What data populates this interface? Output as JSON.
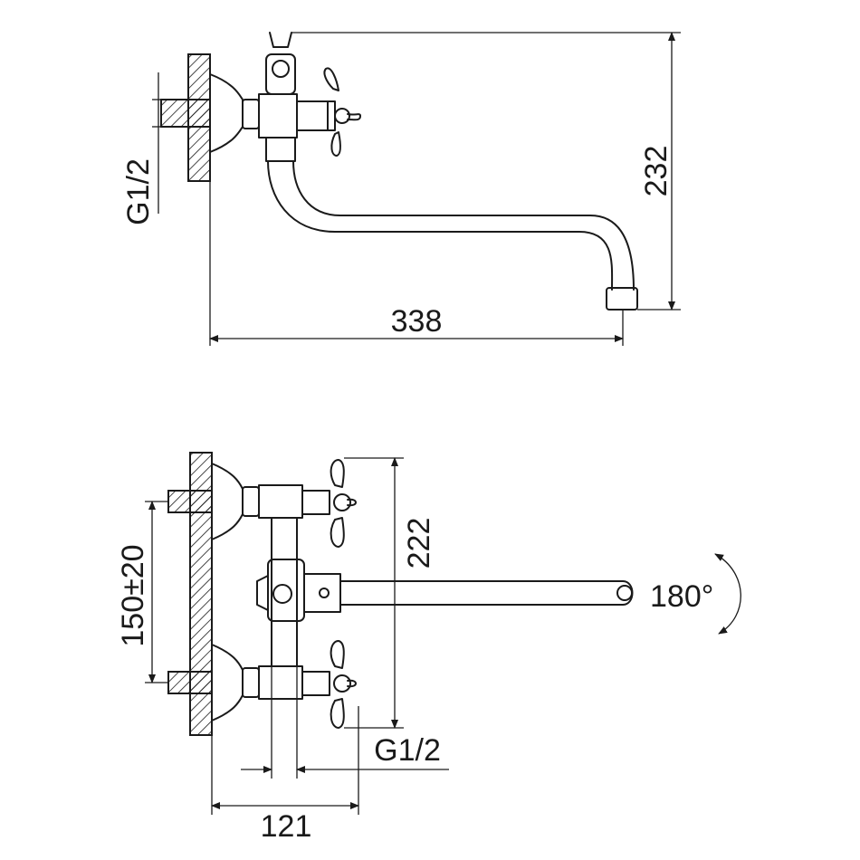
{
  "side_view": {
    "thread_label": "G1/2",
    "height_label": "232",
    "width_label": "338"
  },
  "top_view": {
    "centers_label": "150±20",
    "height_label": "222",
    "rotation_label": "180°",
    "thread_label": "G1/2",
    "depth_label": "121"
  }
}
